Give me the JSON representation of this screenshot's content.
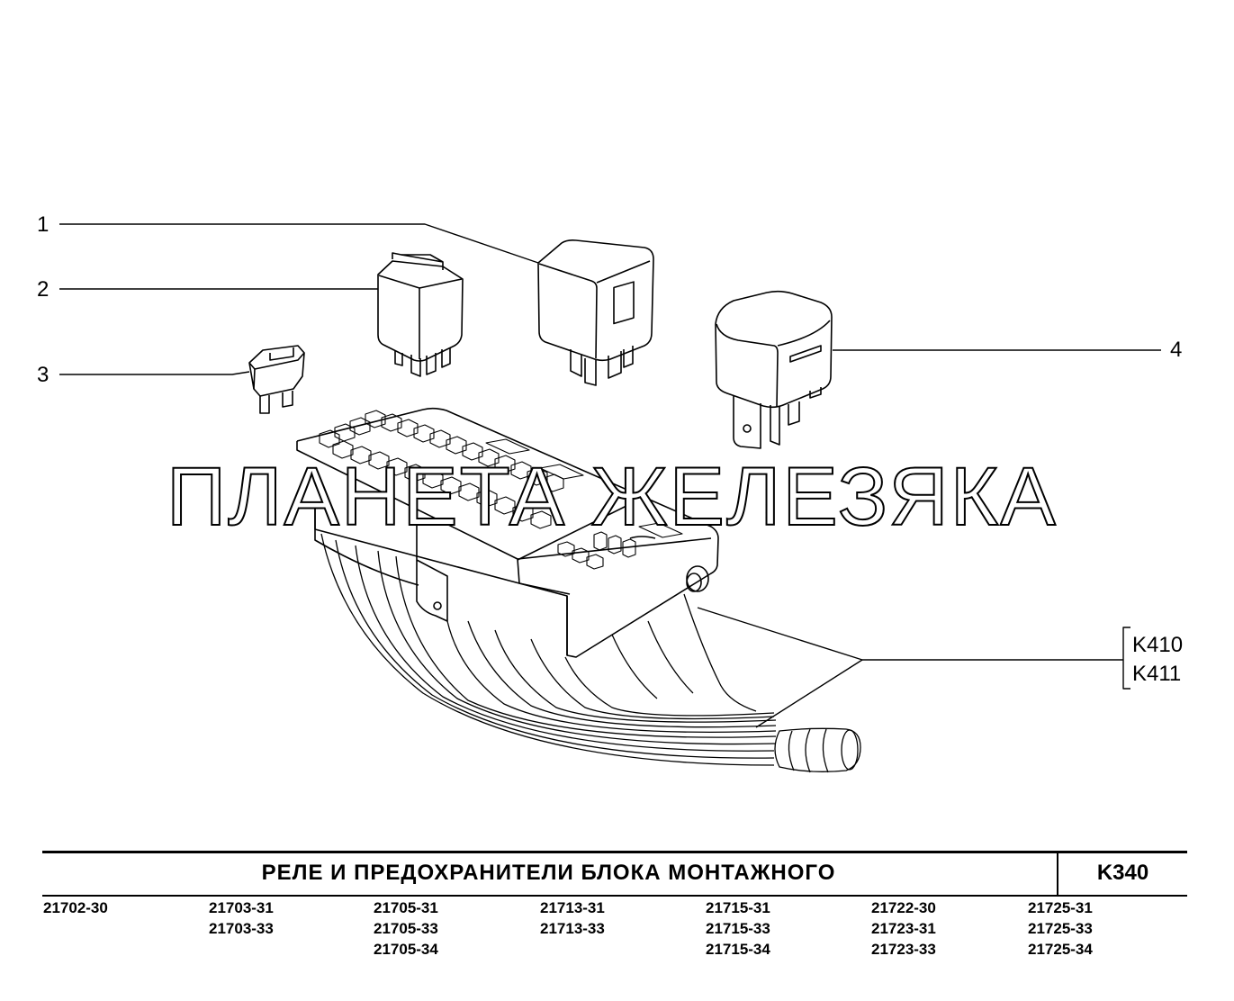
{
  "callouts": {
    "c1": "1",
    "c2": "2",
    "c3": "3",
    "c4": "4",
    "k1": "K410",
    "k2": "K411"
  },
  "watermark": "ПЛАНЕТА ЖЕЛЕЗЯКА",
  "title": {
    "text": "РЕЛЕ  И  ПРЕДОХРАНИТЕЛИ  БЛОКА  МОНТАЖНОГО",
    "code": "K340"
  },
  "models": [
    [
      "21702-30"
    ],
    [
      "21703-31",
      "21703-33"
    ],
    [
      "21705-31",
      "21705-33",
      "21705-34"
    ],
    [
      "21713-31",
      "21713-33"
    ],
    [
      "21715-31",
      "21715-33",
      "21715-34"
    ],
    [
      "21722-30",
      "21723-31",
      "21723-33"
    ],
    [
      "21725-31",
      "21725-33",
      "21725-34"
    ]
  ]
}
